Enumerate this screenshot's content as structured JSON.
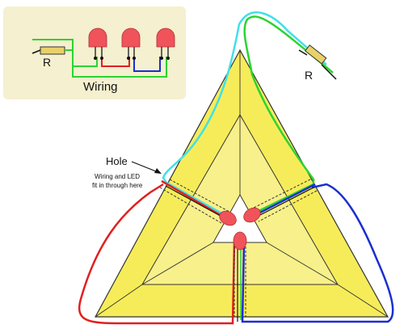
{
  "inset": {
    "title": "Wiring",
    "resistor_label": "R",
    "background": "#f5f0cf"
  },
  "main": {
    "resistor_label": "R",
    "hole_label": "Hole",
    "hole_note_line1": "Wiring and LED",
    "hole_note_line2": "fit in through here"
  },
  "colors": {
    "triangle_fill": "#f6ec5a",
    "triangle_inner": "#f8f08a",
    "outline": "#333333",
    "led": "#f0535a",
    "wire_red": "#e02020",
    "wire_blue": "#1a2fd0",
    "wire_green": "#2bd430",
    "wire_cyan": "#40e0e8",
    "resistor": "#e8d16a"
  }
}
